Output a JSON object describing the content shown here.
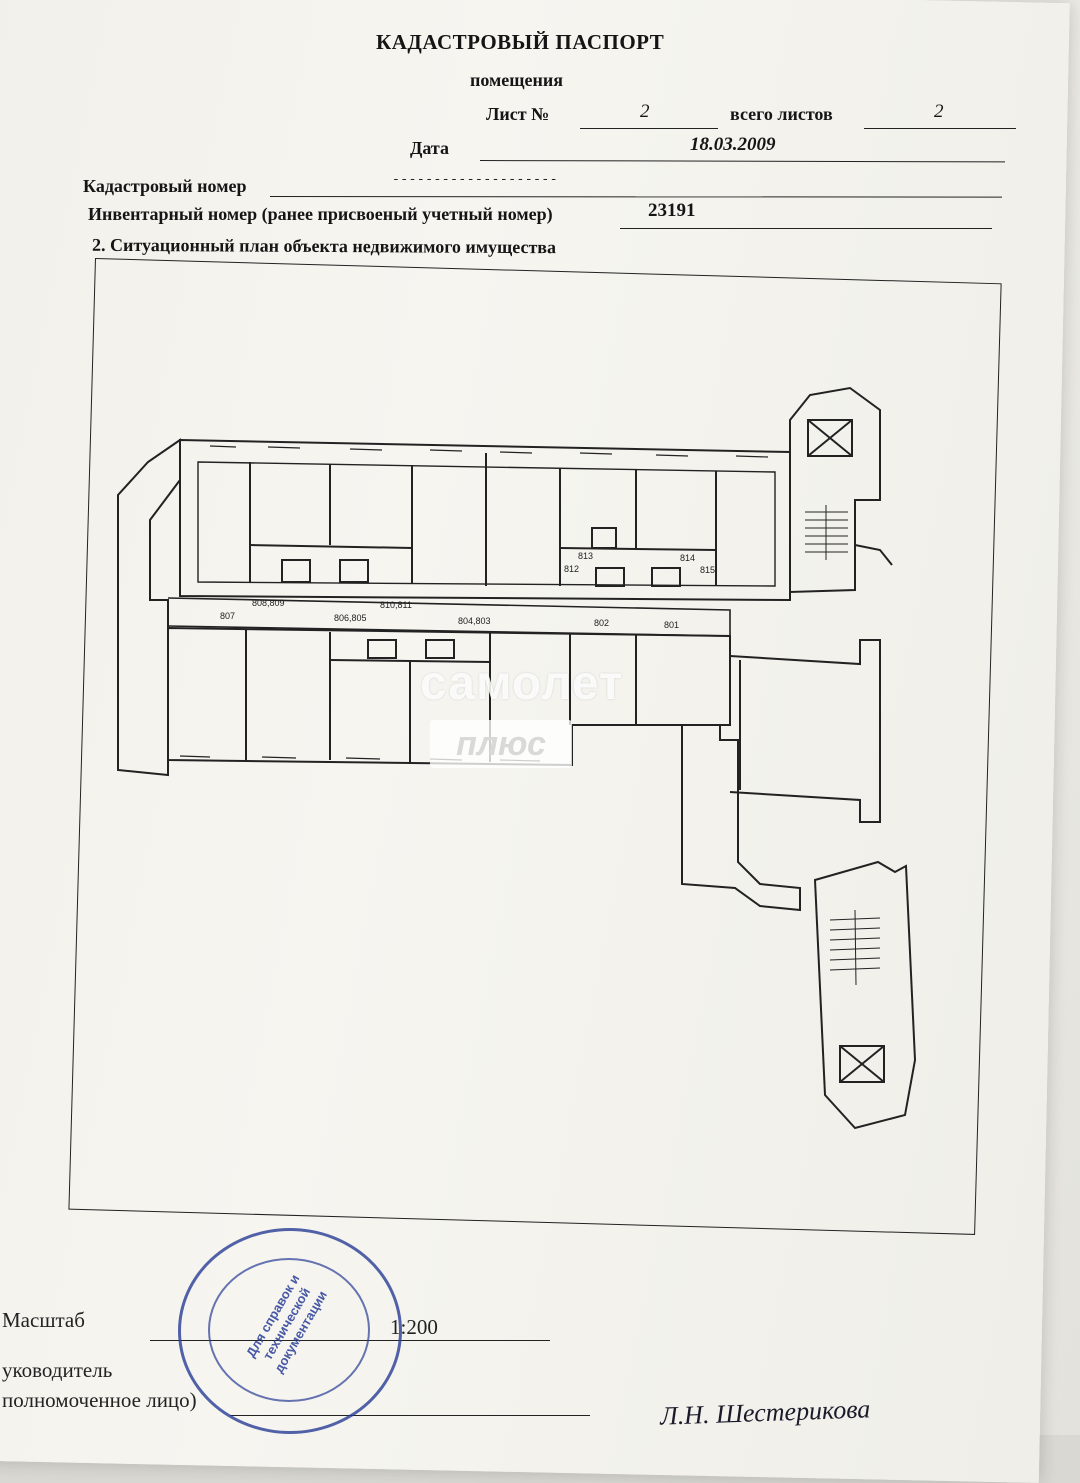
{
  "header": {
    "title": "КАДАСТРОВЫЙ ПАСПОРТ",
    "subtitle": "помещения",
    "sheet_label": "Лист №",
    "sheet_value": "2",
    "total_label": "всего листов",
    "total_value": "2",
    "date_label": "Дата",
    "date_value": "18.03.2009",
    "cadastral_label": "Кадастровый номер",
    "cadastral_value": "--------------------",
    "inventory_label": "Инвентарный номер (ранее присвоеный учетный номер)",
    "inventory_value": "23191",
    "section_title": "2. Ситуационный план объекта недвижимого имущества"
  },
  "plan": {
    "room_labels": [
      "808,809",
      "810,811",
      "812",
      "813",
      "814",
      "815",
      "807",
      "806,805",
      "804,803",
      "802",
      "801"
    ]
  },
  "watermark": {
    "brand": "самолет",
    "sub": "плюс"
  },
  "footer": {
    "scale_label": "Масштаб",
    "scale_value": "1:200",
    "head_label": "уководитель",
    "authorized_label": "полномоченное лицо)",
    "signature_text": "Л.Н. Шестерикова"
  },
  "stamp": {
    "text": "Для справок и технической документации"
  },
  "colors": {
    "ink": "#222222",
    "stamp": "#283c96",
    "paper": "#f4f3ee"
  }
}
